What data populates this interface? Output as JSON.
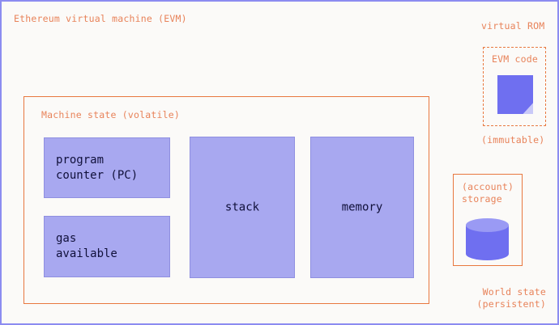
{
  "diagram": {
    "title": "Ethereum virtual machine (EVM)",
    "background_color": "#fbfaf8",
    "outer_border_color": "#8c8cf0",
    "accent_orange": "#e8783f",
    "block_fill": "#a8a8f0",
    "icon_fill": "#6f6ff0",
    "text_color": "#10103a"
  },
  "machine_state": {
    "label": "Machine state (volatile)",
    "blocks": [
      {
        "id": "program-counter",
        "text": "program\ncounter (PC)",
        "align": "left"
      },
      {
        "id": "gas-available",
        "text": "gas\navailable",
        "align": "left"
      },
      {
        "id": "stack",
        "text": "stack",
        "align": "center"
      },
      {
        "id": "memory",
        "text": "memory",
        "align": "center"
      }
    ]
  },
  "virtual_rom": {
    "label": "virtual ROM",
    "code_label": "EVM code",
    "footnote": "(immutable)",
    "icon": "page-document-icon"
  },
  "world_state": {
    "storage_label": "(account)\nstorage",
    "footnote": "World state\n(persistent)",
    "icon": "database-cylinder-icon"
  }
}
